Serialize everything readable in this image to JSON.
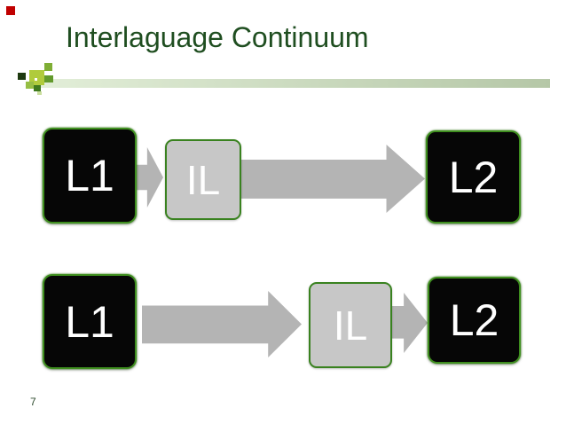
{
  "slide": {
    "title": "Interlaguage Continuum",
    "page_number": "7"
  },
  "colors": {
    "title_green": "#1f4e20",
    "corner_accent_red": "#c00000",
    "dark_box_fill": "#060606",
    "dark_box_border": "#3f8f1f",
    "light_box_fill": "#c7c7c7",
    "light_box_border": "#39821f",
    "arrow_gray": "#b4b4b4",
    "rule_gradient_left": "#e2eed8",
    "rule_gradient_right": "#b5c7a7"
  },
  "decorations": {
    "corner_square": "red-square",
    "pixel_cluster": "green-pixel-cluster",
    "horizontal_rule": "green-gradient-rule"
  },
  "diagram": {
    "rows": [
      {
        "name": "row-1",
        "items": [
          {
            "type": "box",
            "style": "dark",
            "label": "L1"
          },
          {
            "type": "arrow",
            "size": "small"
          },
          {
            "type": "box",
            "style": "light",
            "label": "IL"
          },
          {
            "type": "arrow",
            "size": "large"
          },
          {
            "type": "box",
            "style": "dark",
            "label": "L2"
          }
        ]
      },
      {
        "name": "row-2",
        "items": [
          {
            "type": "box",
            "style": "dark",
            "label": "L1"
          },
          {
            "type": "arrow",
            "size": "large"
          },
          {
            "type": "box",
            "style": "light",
            "label": "IL"
          },
          {
            "type": "arrow",
            "size": "small"
          },
          {
            "type": "box",
            "style": "dark",
            "label": "L2"
          }
        ]
      }
    ]
  }
}
